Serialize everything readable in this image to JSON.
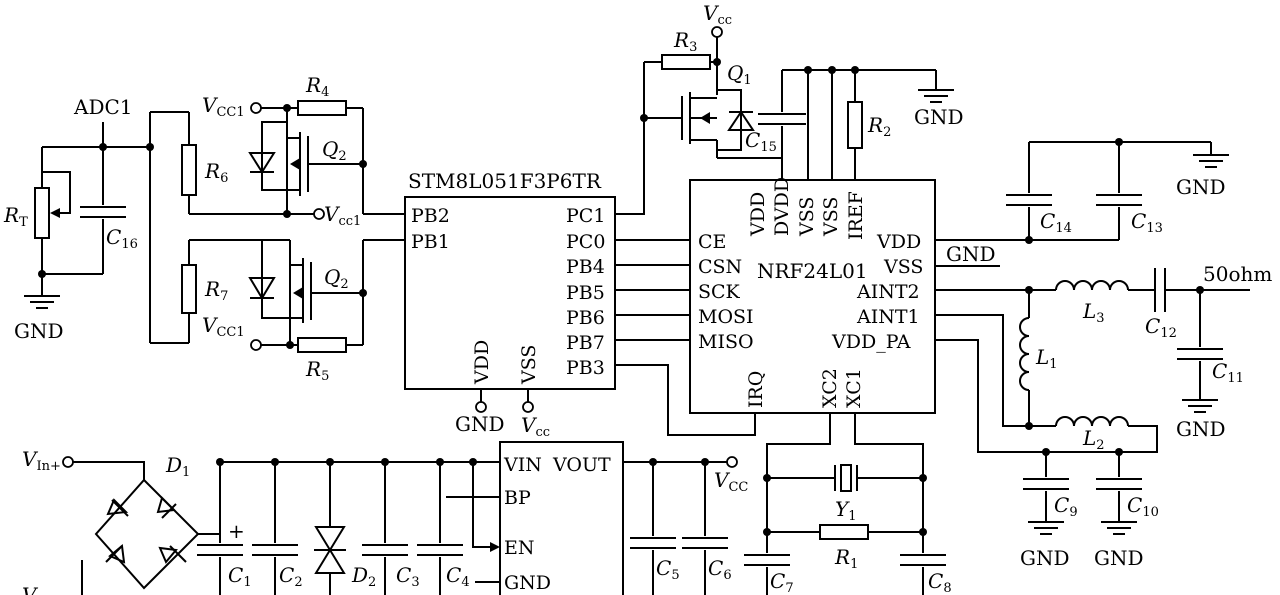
{
  "labels": {
    "adc1": "ADC1",
    "vcc": "V",
    "vcc_sub": "cc",
    "vcc1": "V",
    "vcc1_sub_upper": "CC1",
    "vcc1_sub_lower": "cc1",
    "vcc_cap": "V",
    "vcc_cap_sub": "CC",
    "vin_plus": "V",
    "vin_plus_sub": "In+",
    "vin_minus": "V",
    "gnd": "GND",
    "ohm50": "50ohm",
    "chip_mcu": "STM8L051F3P6TR",
    "chip_rf": "NRF24L01"
  },
  "mcu": {
    "left_pins": [
      "PB2",
      "PB1"
    ],
    "right_pins": [
      "PC1",
      "PC0",
      "PB4",
      "PB5",
      "PB6",
      "PB7",
      "PB3"
    ],
    "bottom_pins": [
      "VDD",
      "VSS"
    ]
  },
  "rf": {
    "left_pins": [
      "CE",
      "CSN",
      "SCK",
      "MOSI",
      "MISO"
    ],
    "top_pins": [
      "VDD",
      "DVDD",
      "VSS",
      "VSS",
      "IREF"
    ],
    "right_pins": [
      "VDD",
      "VSS",
      "AINT2",
      "AINT1",
      "VDD_PA"
    ],
    "bottom_pins": [
      "IRQ",
      "XC2",
      "XC1"
    ]
  },
  "regulator": {
    "pins": [
      "VIN",
      "VOUT",
      "BP",
      "EN",
      "GND"
    ]
  },
  "components": {
    "R": "R",
    "C": "C",
    "L": "L",
    "Q": "Q",
    "D": "D",
    "Y": "Y",
    "rt_sub": "T",
    "r1": "1",
    "r2": "2",
    "r3": "3",
    "r4": "4",
    "r5": "5",
    "r6": "6",
    "r7": "7",
    "c1": "1",
    "c2": "2",
    "c3": "3",
    "c4": "4",
    "c5": "5",
    "c6": "6",
    "c7": "7",
    "c8": "8",
    "c9": "9",
    "c10": "10",
    "c11": "11",
    "c12": "12",
    "c13": "13",
    "c14": "14",
    "c15": "15",
    "c16": "16",
    "l1": "1",
    "l2": "2",
    "l3": "3",
    "q1": "1",
    "q2": "2",
    "d1": "1",
    "d2": "2",
    "y1": "1",
    "plus": "+"
  }
}
